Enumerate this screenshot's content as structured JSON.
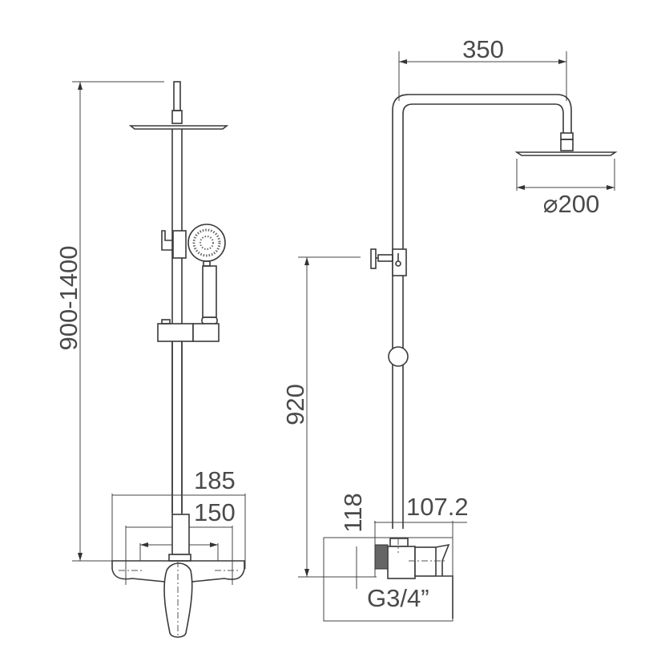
{
  "title": "Shower column technical drawing",
  "colors": {
    "line": "#3a3a3a",
    "background": "#ffffff"
  },
  "front_view": {
    "height_range": "900-1400",
    "mixer_width": "185",
    "mixer_center_distance": "150"
  },
  "side_view": {
    "arm_projection": "350",
    "head_diameter": "⌀200",
    "outlet_height": "920",
    "mixer_height": "118",
    "mixer_depth": "107.2",
    "connection": "G3/4”"
  }
}
